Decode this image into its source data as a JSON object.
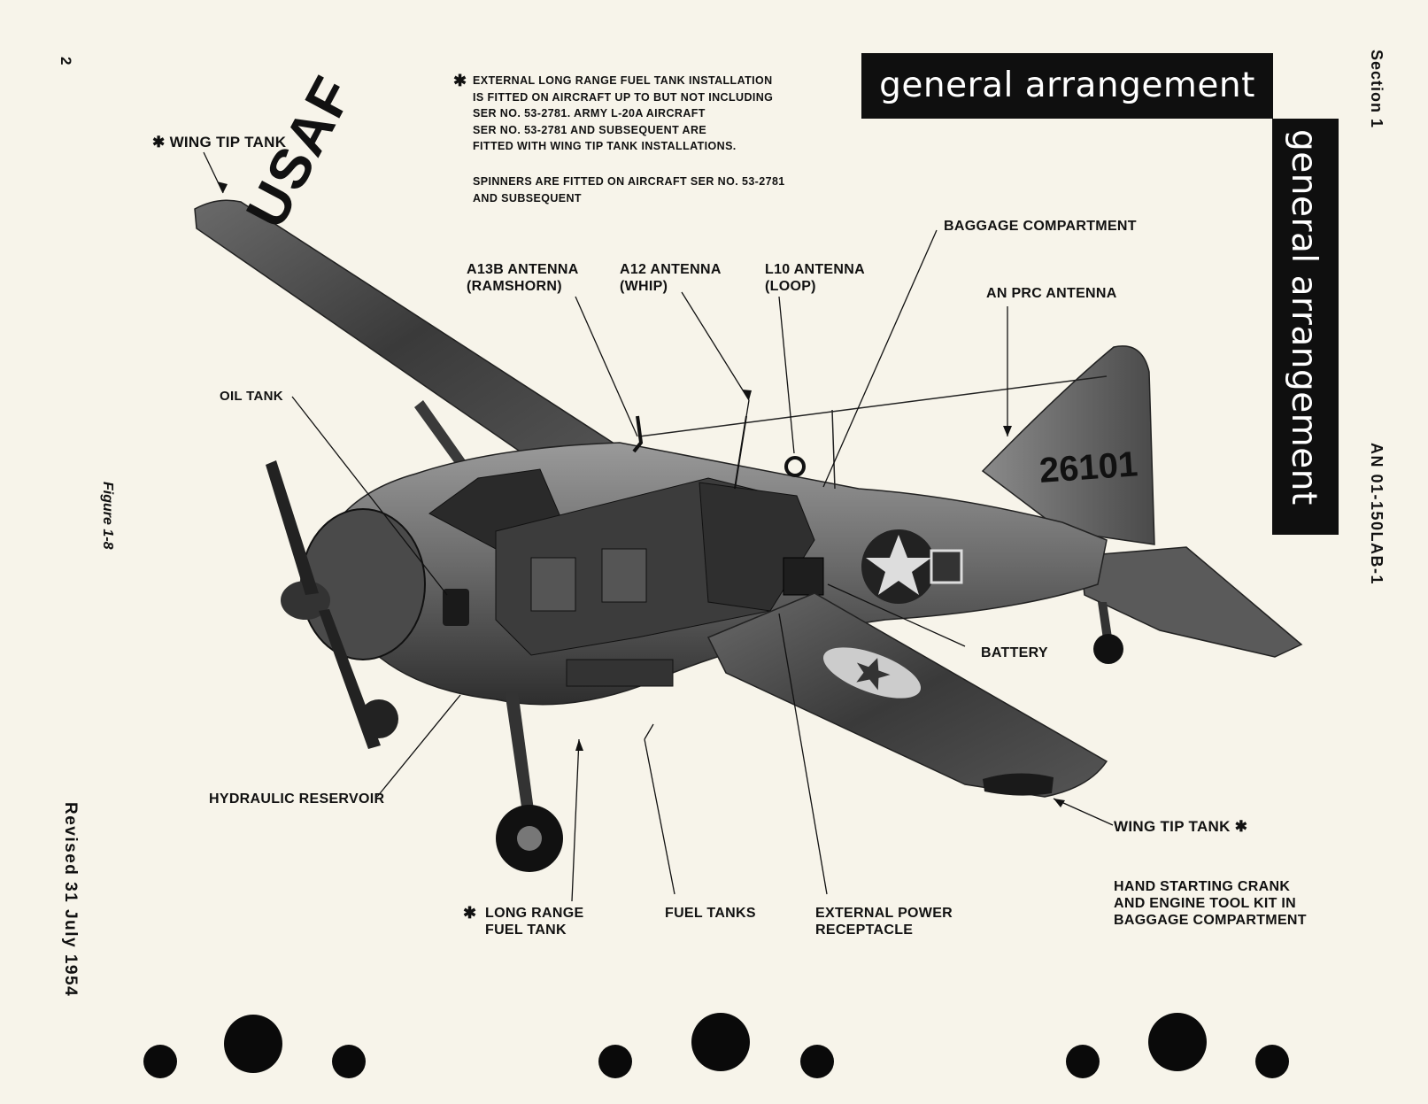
{
  "page": {
    "number": "2",
    "section": "Section 1",
    "doc_id": "AN 01-150LAB-1",
    "figure": "Figure 1-8",
    "revised": "Revised 31 July 1954",
    "banner_title": "general arrangement"
  },
  "notes": {
    "asterisk": "✱",
    "fuel_note": [
      "EXTERNAL LONG RANGE FUEL TANK INSTALLATION",
      "IS FITTED ON AIRCRAFT UP TO BUT NOT INCLUDING",
      "SER NO. 53-2781. ARMY L-20A AIRCRAFT",
      "SER NO. 53-2781 AND SUBSEQUENT ARE",
      "FITTED WITH WING TIP TANK INSTALLATIONS."
    ],
    "spinner_note": [
      "SPINNERS ARE FITTED ON AIRCRAFT SER NO. 53-2781",
      "AND SUBSEQUENT"
    ]
  },
  "aircraft": {
    "wing_marking": "USAF",
    "tail_number": "26101"
  },
  "callouts": {
    "wing_tip_tank_left": "✱ WING TIP TANK",
    "oil_tank": "OIL TANK",
    "a13b_antenna": [
      "A13B ANTENNA",
      "(RAMSHORN)"
    ],
    "a12_antenna": [
      "A12 ANTENNA",
      "(WHIP)"
    ],
    "l10_antenna": [
      "L10 ANTENNA",
      "(LOOP)"
    ],
    "baggage_compartment": "BAGGAGE COMPARTMENT",
    "an_prc_antenna": "AN PRC ANTENNA",
    "battery": "BATTERY",
    "hydraulic_reservoir": "HYDRAULIC RESERVOIR",
    "wing_tip_tank_right": "WING TIP TANK ✱",
    "long_range_fuel_tank": [
      "LONG RANGE",
      "FUEL TANK"
    ],
    "long_range_asterisk": "✱",
    "fuel_tanks": "FUEL TANKS",
    "external_power": [
      "EXTERNAL POWER",
      "RECEPTACLE"
    ],
    "hand_crank_note": [
      "HAND STARTING CRANK",
      "AND ENGINE TOOL KIT IN",
      "BAGGAGE COMPARTMENT"
    ]
  }
}
